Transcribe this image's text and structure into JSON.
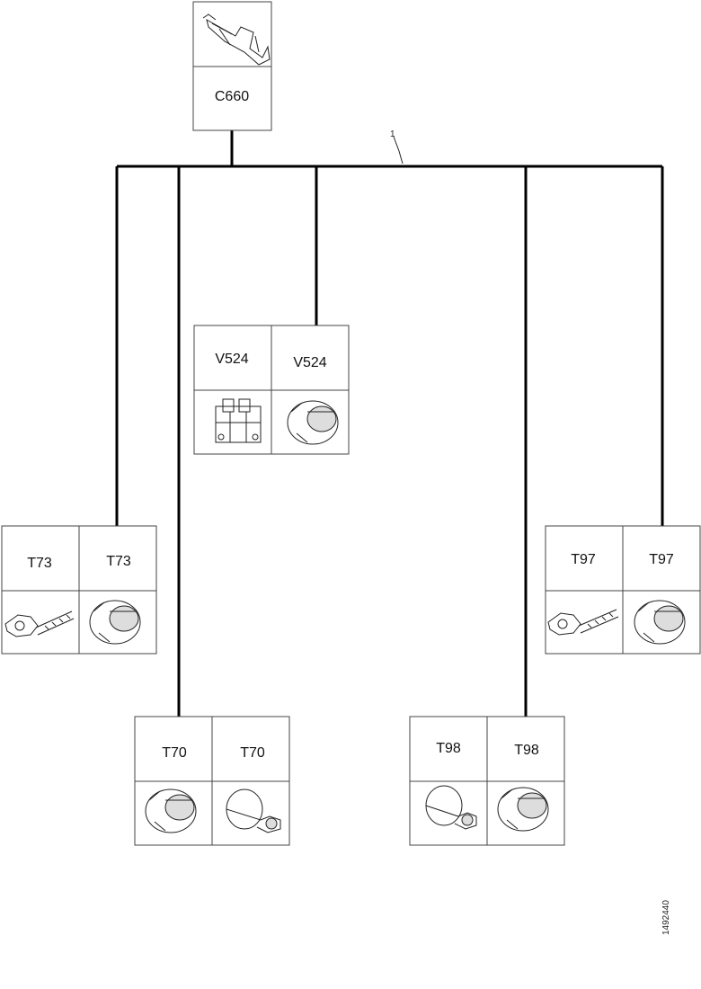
{
  "diagram": {
    "ref_number": "1",
    "doc_id": "1492440",
    "top_component": {
      "label": "C660",
      "icon": "terminal-pin-icon"
    },
    "groups": [
      {
        "id": "v524",
        "cells": [
          {
            "label": "V524",
            "icon": "valve-block-icon"
          },
          {
            "label": "V524",
            "icon": "connector-housing-icon"
          }
        ]
      },
      {
        "id": "t73",
        "cells": [
          {
            "label": "T73",
            "icon": "sensor-cable-icon"
          },
          {
            "label": "T73",
            "icon": "connector-housing-icon"
          }
        ]
      },
      {
        "id": "t97",
        "cells": [
          {
            "label": "T97",
            "icon": "sensor-cable-icon"
          },
          {
            "label": "T97",
            "icon": "connector-housing-icon"
          }
        ]
      },
      {
        "id": "t70",
        "cells": [
          {
            "label": "T70",
            "icon": "connector-housing-icon"
          },
          {
            "label": "T70",
            "icon": "round-connector-icon"
          }
        ]
      },
      {
        "id": "t98",
        "cells": [
          {
            "label": "T98",
            "icon": "round-connector-icon"
          },
          {
            "label": "T98",
            "icon": "connector-housing-icon"
          }
        ]
      }
    ]
  }
}
